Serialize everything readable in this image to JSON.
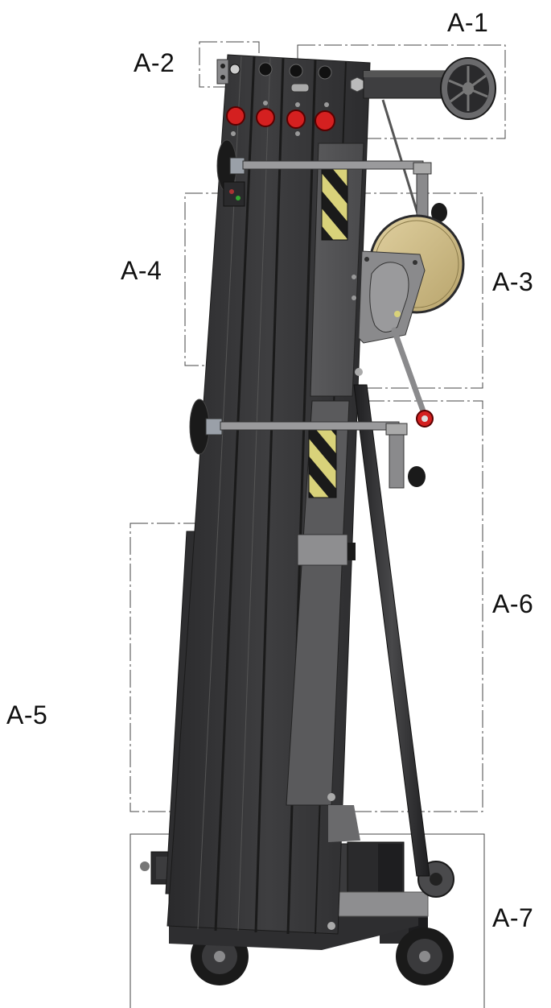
{
  "callouts": {
    "a1": "A-1",
    "a2": "A-2",
    "a3": "A-3",
    "a4": "A-4",
    "a5": "A-5",
    "a6": "A-6",
    "a7": "A-7"
  },
  "colors": {
    "frame_dark": "#2e2e30",
    "frame_mid": "#3c3c3e",
    "frame_light": "#4a4a4c",
    "plate_grey": "#8a8a8c",
    "warning_yellow": "#d9d27a",
    "warning_black": "#1a1a1a",
    "winch_drum": "#d2c08a",
    "stop_red": "#d42020",
    "callout_line": "#444444"
  }
}
